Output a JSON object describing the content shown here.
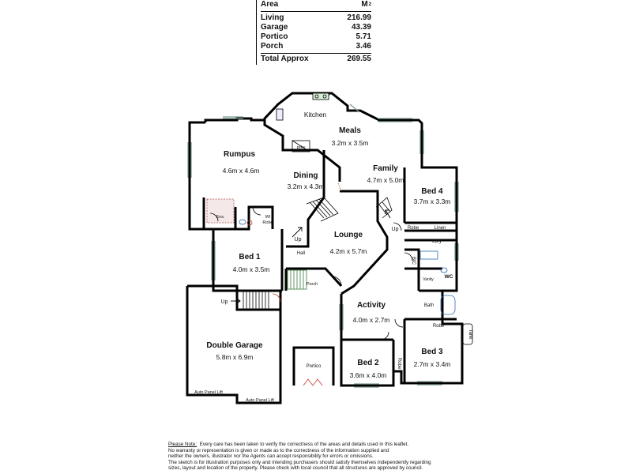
{
  "area_table": {
    "header": {
      "label": "Area",
      "unit": "M",
      "unit_power": "2"
    },
    "rows": [
      {
        "label": "Living",
        "value": "216.99"
      },
      {
        "label": "Garage",
        "value": "43.39"
      },
      {
        "label": "Portico",
        "value": "5.71"
      },
      {
        "label": "Porch",
        "value": "3.46"
      }
    ],
    "total": {
      "label": "Total Approx",
      "value": "269.55"
    }
  },
  "rooms": {
    "kitchen": {
      "name": "Kitchen"
    },
    "meals": {
      "name": "Meals",
      "size": "3.2m x 3.5m"
    },
    "pdry": {
      "name": "pdry"
    },
    "rumpus": {
      "name": "Rumpus",
      "size": "4.6m x 4.6m"
    },
    "dining": {
      "name": "Dining",
      "size": "3.2m x 4.3m"
    },
    "family": {
      "name": "Family",
      "size": "4.7m x 5.0m"
    },
    "bed4": {
      "name": "Bed 4",
      "size": "3.7m x 3.3m"
    },
    "ens": {
      "name": "Ens."
    },
    "wirobe": {
      "line1": "WI",
      "line2": "Robe"
    },
    "lounge": {
      "name": "Lounge",
      "size": "4.2m x 5.7m"
    },
    "hall": {
      "name": "Hall"
    },
    "bed1": {
      "name": "Bed 1",
      "size": "4.0m x 3.5m"
    },
    "robe_bed4": {
      "name": "Robe"
    },
    "linen": {
      "name": "Linen"
    },
    "ldry": {
      "name": "Ldry"
    },
    "bic": {
      "name": "BIC"
    },
    "vanity": {
      "name": "Vanity"
    },
    "wc": {
      "name": "WC"
    },
    "bath": {
      "name": "Bath"
    },
    "porch": {
      "name": "Porch"
    },
    "activity": {
      "name": "Activity",
      "size": "4.0m x 2.7m"
    },
    "robe_bed3": {
      "name": "Robe"
    },
    "tank": {
      "name": "Tank"
    },
    "double_garage": {
      "name": "Double Garage",
      "size": "5.8m x 6.9m"
    },
    "portico": {
      "name": "Portico"
    },
    "bed2": {
      "name": "Bed 2",
      "size": "3.6m x 4.0m"
    },
    "robe_bed2": {
      "name": "Robe"
    },
    "bed3": {
      "name": "Bed 3",
      "size": "2.7m x 3.4m"
    }
  },
  "labels": {
    "up": "Up",
    "auto_panel_lift": "Auto Panel Lift"
  },
  "disclaimer": {
    "heading": "Please Note:",
    "line1": "Every care has been taken to verify the correctness of the areas and details used in this leaflet.",
    "line2": "No warranty or representation is given or made as to the correctness of the information supplied and",
    "line3": "neither the owners, illustrator nor the Agents can accept responsibility for errors or omissions.",
    "line4": "The sketch is for illustration purposes only and intending purchasers should satisfy themselves independently regarding",
    "line5": "sizes, layout and location of the property. Please check with local council that all structures are approved by council."
  },
  "colors": {
    "wall": "#000000",
    "window": "#7a9a8c",
    "door_red": "#c0392b",
    "bath_fixture": "#2b6cb0"
  }
}
